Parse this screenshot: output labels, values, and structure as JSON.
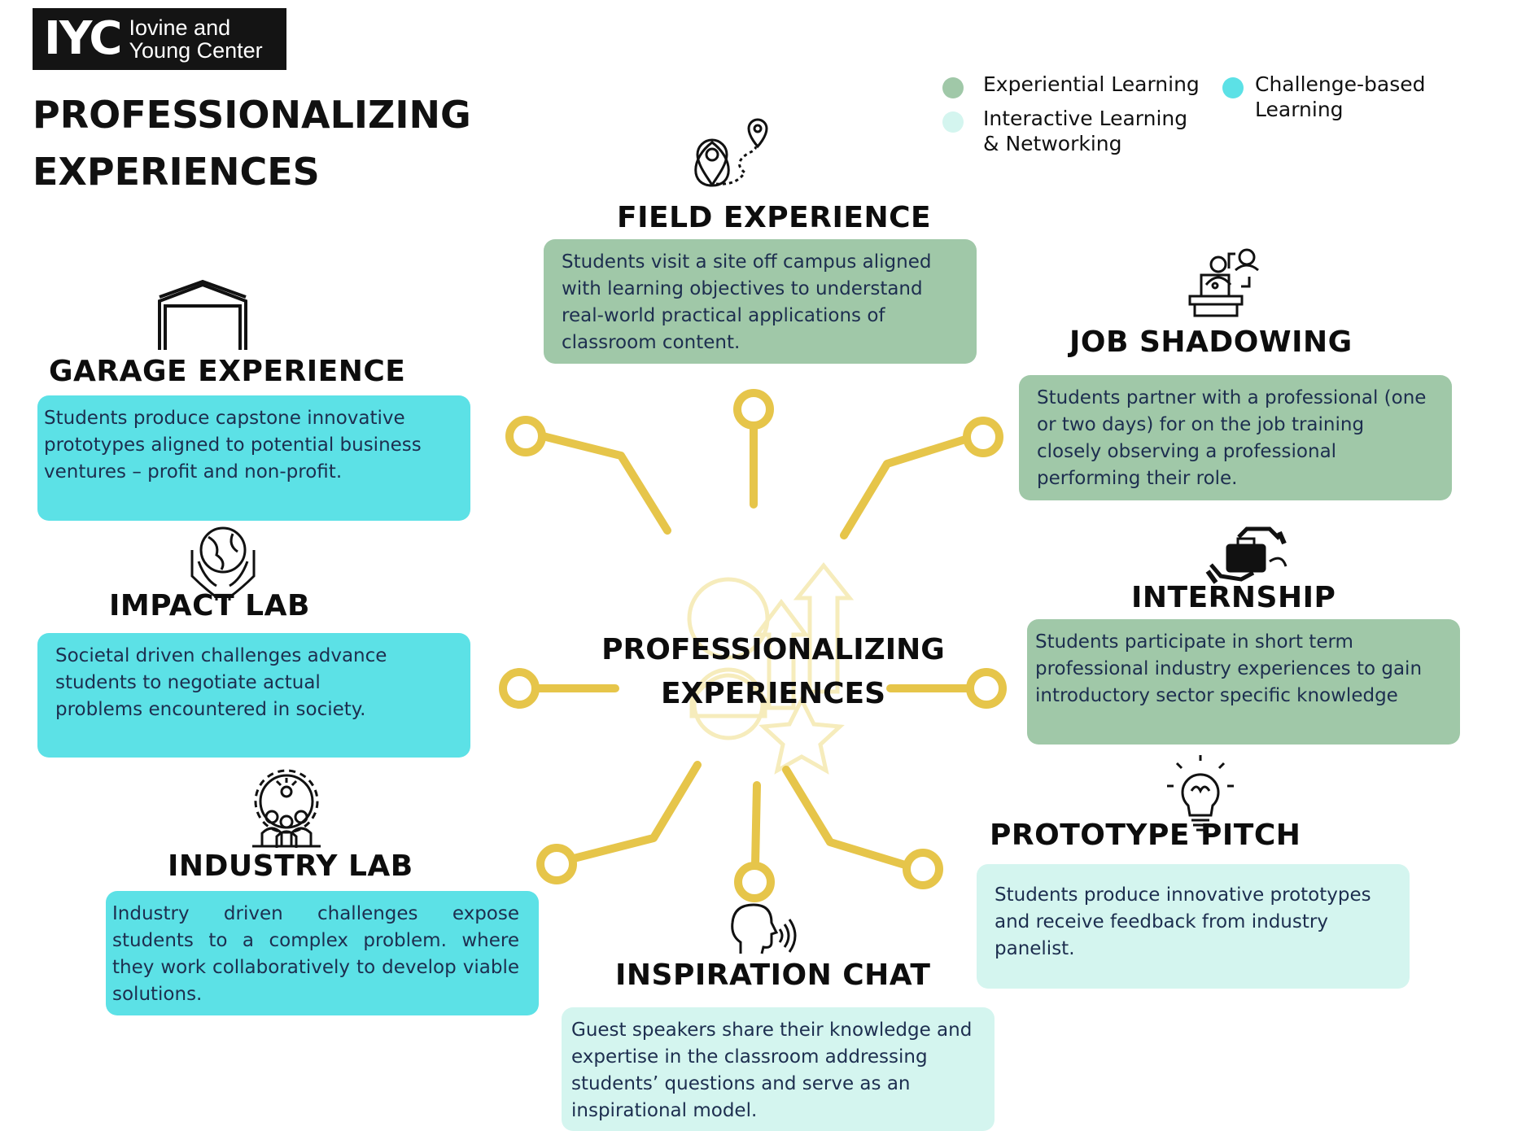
{
  "colors": {
    "experiential": "#a0c8a8",
    "challenge": "#5ce1e6",
    "interactive": "#d4f5ef",
    "connector": "#e6c54a"
  },
  "logo": {
    "mark": "IYC",
    "text": "Iovine and\nYoung Center"
  },
  "title": "PROFESSIONALIZING\nEXPERIENCES",
  "center_title": "PROFESSIONALIZING\nEXPERIENCES",
  "legend": [
    {
      "label": "Experiential Learning",
      "color": "#a0c8a8"
    },
    {
      "label": "Challenge-based Learning",
      "color": "#5ce1e6"
    },
    {
      "label": "Interactive Learning\n& Networking",
      "color": "#d4f5ef"
    }
  ],
  "items": {
    "field": {
      "title": "FIELD EXPERIENCE",
      "text": "Students visit a site off campus aligned with learning objectives to understand real-world practical applications of classroom content.",
      "icon": "map-route-icon"
    },
    "job": {
      "title": "JOB SHADOWING",
      "text": "Students partner with a professional (one or two days) for on the job training closely observing a professional performing their role.",
      "icon": "presenter-desk-icon"
    },
    "garage": {
      "title": "GARAGE EXPERIENCE",
      "text": "Students  produce capstone innovative prototypes aligned to potential business ventures – profit and non-profit.",
      "icon": "garage-icon"
    },
    "impact": {
      "title": "IMPACT LAB",
      "text": "Societal driven challenges advance students to negotiate actual problems encountered in society.",
      "icon": "globe-hands-icon"
    },
    "internship": {
      "title": "INTERNSHIP",
      "text": "Students participate in short term professional industry experiences to gain introductory sector specific knowledge",
      "icon": "briefcase-handshake-icon"
    },
    "industry": {
      "title": "INDUSTRY LAB",
      "text": "Industry driven challenges expose students to a complex problem. where they work collaboratively to develop viable solutions.",
      "icon": "team-gear-icon"
    },
    "prototype": {
      "title": "PROTOTYPE PITCH",
      "text": "Students produce innovative prototypes and receive feedback from industry panelist.",
      "icon": "lightbulb-icon"
    },
    "inspiration": {
      "title": "INSPIRATION CHAT",
      "text": "Guest speakers share their knowledge and expertise in the classroom addressing students’ questions and serve as an inspirational model.",
      "icon": "speaking-head-icon"
    }
  }
}
